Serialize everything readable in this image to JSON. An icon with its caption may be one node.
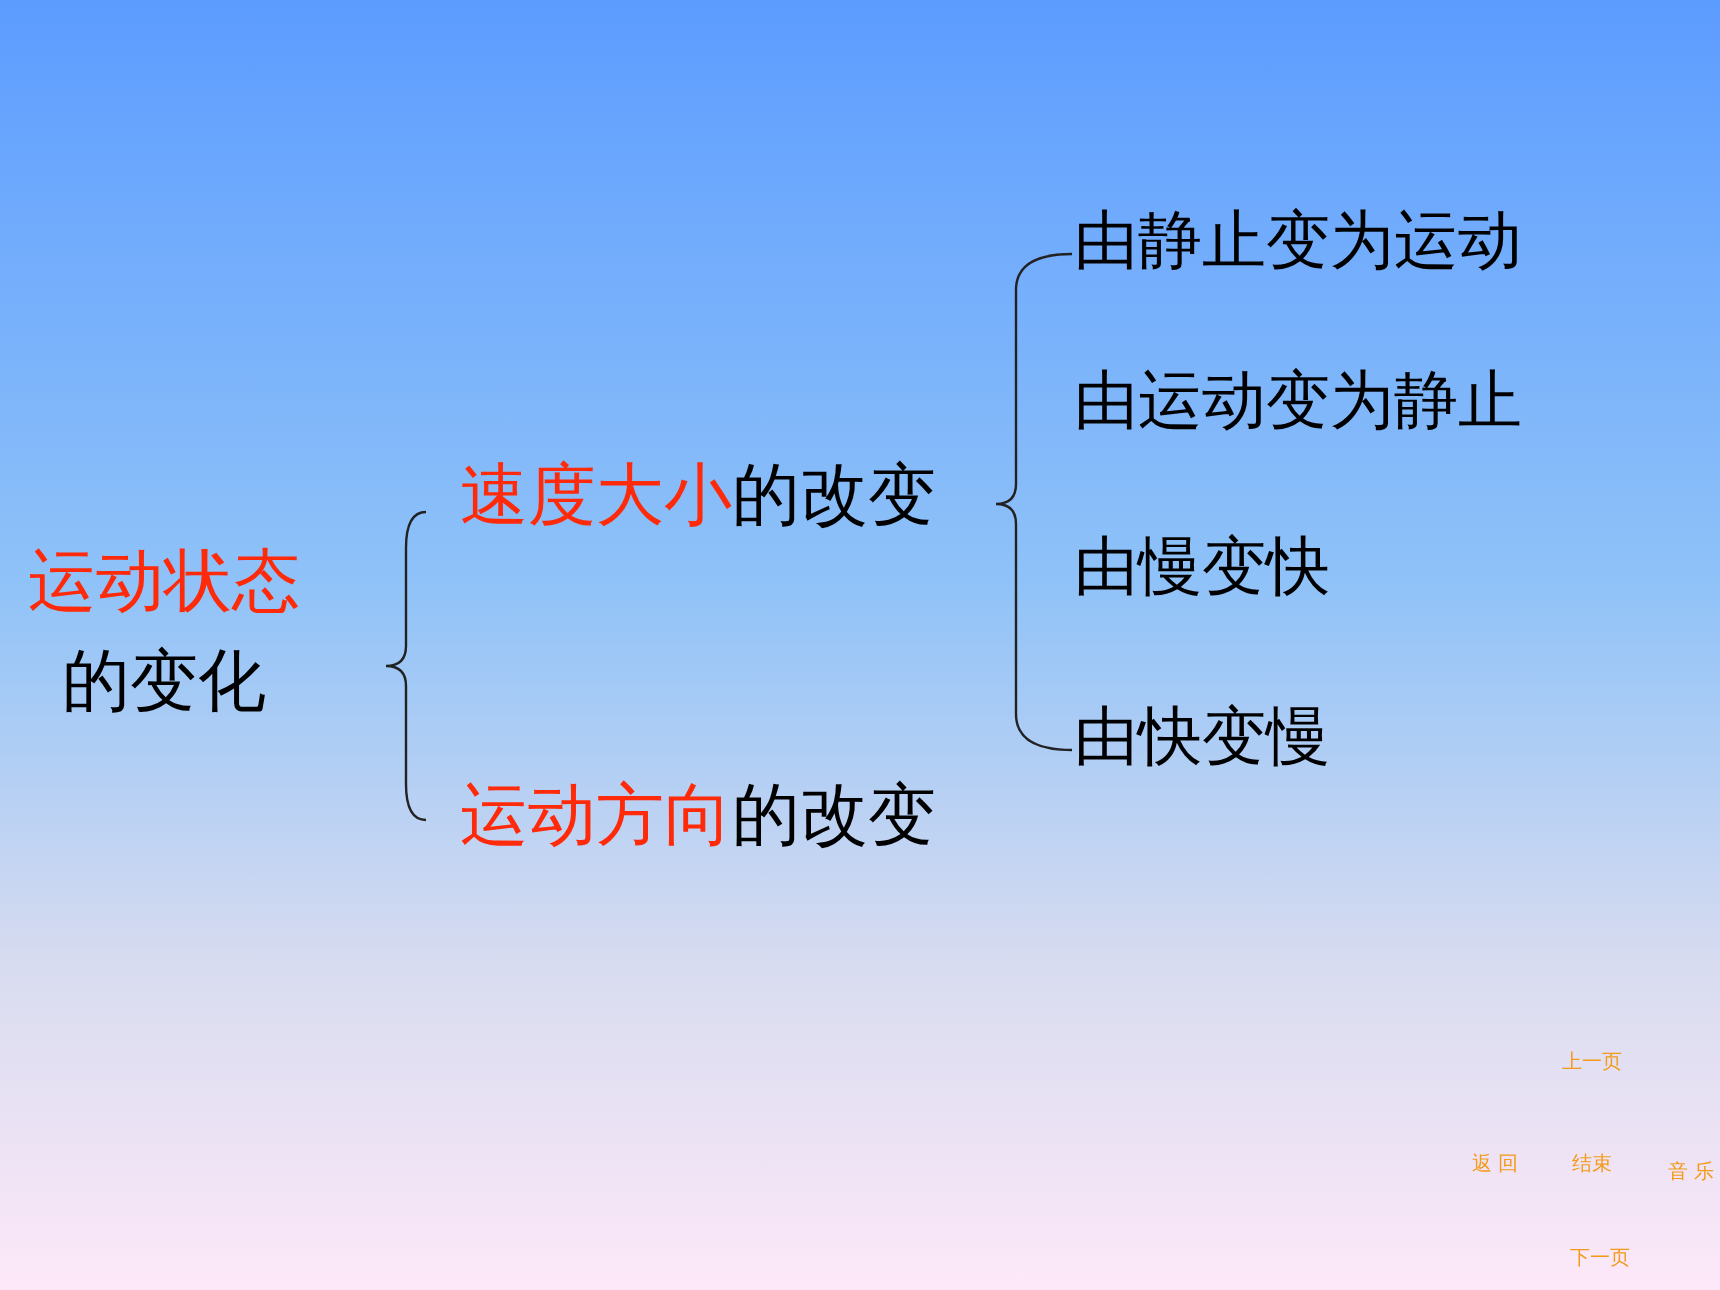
{
  "diagram": {
    "nodes": [
      {
        "text": [
          "运动状态",
          "的变化"
        ]
      },
      {
        "text": [
          "速度大小",
          "的改变"
        ]
      },
      {
        "text": [
          "运动方向",
          "的改变"
        ]
      },
      {
        "text": [
          "由静止变为运动"
        ]
      },
      {
        "text": [
          "由运动变为静止"
        ]
      },
      {
        "text": [
          "由慢变快"
        ]
      },
      {
        "text": [
          "由快变慢"
        ]
      }
    ],
    "labels": [
      "上一页",
      "返 回",
      "结束",
      "音 乐",
      "下一页"
    ]
  }
}
